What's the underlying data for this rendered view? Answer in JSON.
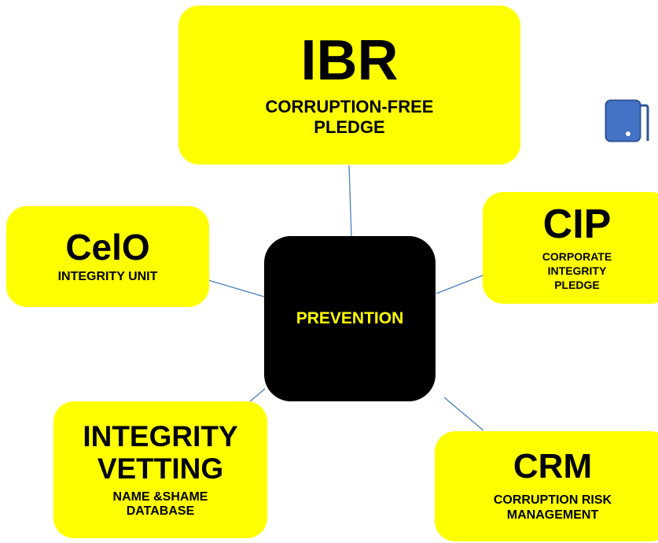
{
  "center": {
    "label": "PREVENTION"
  },
  "nodes": {
    "ibr": {
      "title": "IBR",
      "subtitle": "CORRUPTION-FREE PLEDGE"
    },
    "celo": {
      "title": "CelO",
      "subtitle": "INTEGRITY UNIT"
    },
    "cip": {
      "title": "CIP",
      "subtitle": "CORPORATE INTEGRITY PLEDGE"
    },
    "integrity_vetting": {
      "title": "INTEGRITY VETTING",
      "subtitle": "NAME &SHAME DATABASE"
    },
    "crm": {
      "title": "CRM",
      "subtitle": "CORRUPTION RISK MANAGEMENT"
    }
  },
  "colors": {
    "node_fill": "#ffff00",
    "center_fill": "#000000",
    "center_text": "#ffff00",
    "connector": "#4a7ebb",
    "icon_fill": "#4472c4"
  },
  "icons": [
    "tablet-icon"
  ]
}
